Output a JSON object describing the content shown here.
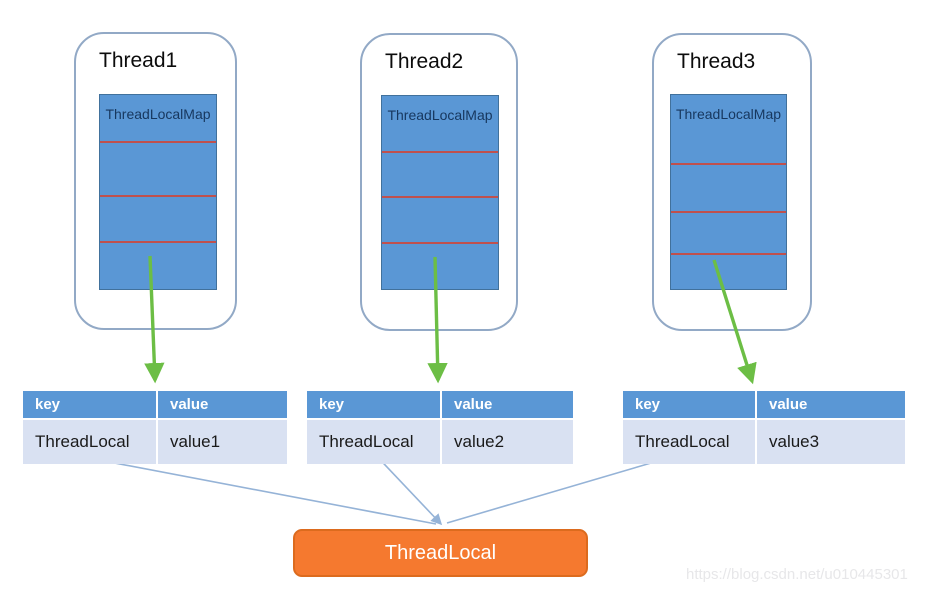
{
  "threads": [
    {
      "title": "Thread1",
      "map_label": "ThreadLocalMap"
    },
    {
      "title": "Thread2",
      "map_label": "ThreadLocalMap"
    },
    {
      "title": "Thread3",
      "map_label": "ThreadLocalMap"
    }
  ],
  "entry_tables": [
    {
      "key_header": "key",
      "value_header": "value",
      "key": "ThreadLocal",
      "value": "value1"
    },
    {
      "key_header": "key",
      "value_header": "value",
      "key": "ThreadLocal",
      "value": "value2"
    },
    {
      "key_header": "key",
      "value_header": "value",
      "key": "ThreadLocal",
      "value": "value3"
    }
  ],
  "shared_object": {
    "label": "ThreadLocal"
  },
  "watermark": "https://blog.csdn.net/u010445301",
  "colors": {
    "map_box_blue": "#5a97d5",
    "map_box_border": "#41719c",
    "slot_divider_red": "#c0504d",
    "table_header_blue": "#5a97d5",
    "table_row_light_blue": "#d9e1f2",
    "map_label_navy": "#17375e",
    "container_border_blue_gray": "#92a9c6",
    "arrow_green": "#6cbe45",
    "link_line_blue": "#95b3d7",
    "shared_box_orange": "#f5792f",
    "shared_box_border_orange": "#dc6b1e",
    "watermark_gray": "#e7e7e9"
  }
}
